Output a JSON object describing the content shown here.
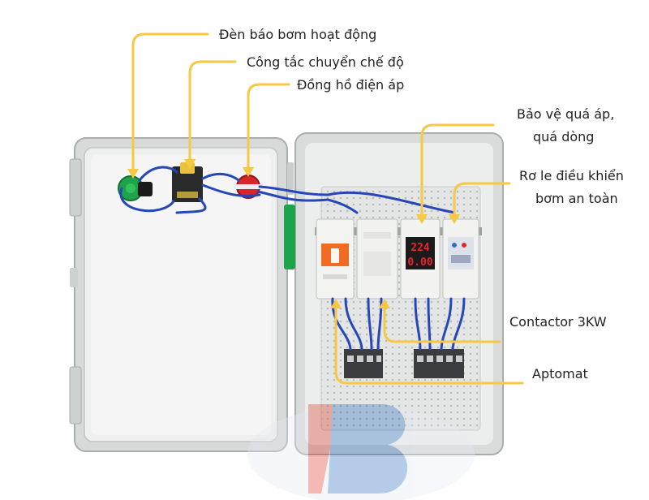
{
  "labels": {
    "pump_indicator": "Đèn báo bơm hoạt động",
    "mode_switch": "Công tắc chuyển chế độ",
    "voltmeter": "Đồng hồ điện áp",
    "protection_line1": "Bảo vệ quá áp,",
    "protection_line2": "quá dòng",
    "relay_line1": "Rơ le điều khiển",
    "relay_line2": "bơm an toàn",
    "contactor": "Contactor 3KW",
    "breaker": "Aptomat"
  },
  "display": {
    "voltage": "224",
    "current": "0.00"
  },
  "colors": {
    "leader": "#F7C843",
    "enclosure": "#E9EBEA",
    "wire": "#2747B8",
    "breaker_handle": "#F26B22",
    "green_lamp": "#1FA34A",
    "red_switch": "#D8262B",
    "led_display": "#E8232A",
    "terminal": "#3A3C40",
    "logo_red": "#E0392B",
    "logo_blue": "#2D6FC1"
  },
  "icons": {
    "watermark": "brand-logo-icon"
  }
}
